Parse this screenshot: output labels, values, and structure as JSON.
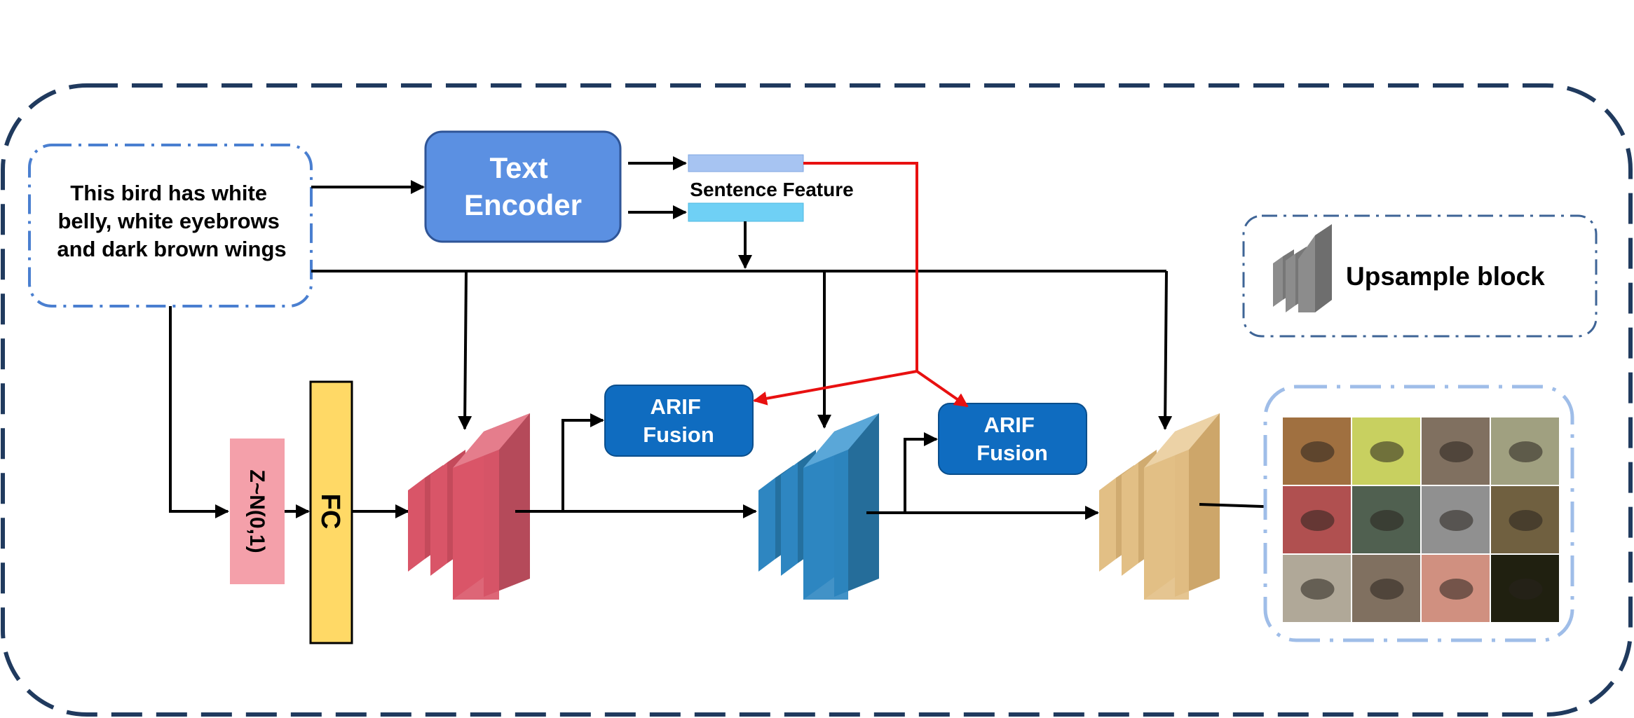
{
  "caption": {
    "lines": [
      "This bird has white",
      "belly, white eyebrows",
      "and dark brown wings"
    ]
  },
  "text_encoder": {
    "lines": [
      "Text",
      "Encoder"
    ]
  },
  "sentence_feature": {
    "label": "Sentence Feature"
  },
  "noise": {
    "label": "Z~N(0,1)"
  },
  "fc": {
    "label": "FC"
  },
  "arif_1": {
    "lines": [
      "ARIF",
      "Fusion"
    ]
  },
  "arif_2": {
    "lines": [
      "ARIF",
      "Fusion"
    ]
  },
  "legend": {
    "label": "Upsample block"
  },
  "colors": {
    "frame": "#203a5e",
    "caption_border": "#4a7fd0",
    "encoder_fill": "#5b90e2",
    "encoder_stroke": "#2f5597",
    "feature_top": "#a7c4f2",
    "feature_bottom": "#6fd0f5",
    "red_arrow": "#e81010",
    "noise_fill": "#f4a0aa",
    "fc_fill": "#ffd966",
    "arif_fill": "#0f6cc0",
    "block_red": "#d95568",
    "block_blue": "#2e86c1",
    "block_tan": "#e2bf85",
    "legend_gray": "#8c8c8c",
    "output_border": "#9fbde8"
  },
  "output_grid": {
    "cells": [
      [
        "#a07040",
        "#c8d060",
        "#807060",
        "#a0a080"
      ],
      [
        "#b05050",
        "#506050",
        "#909090",
        "#706040"
      ],
      [
        "#b0a898",
        "#807060",
        "#d09080",
        "#202010"
      ]
    ]
  }
}
